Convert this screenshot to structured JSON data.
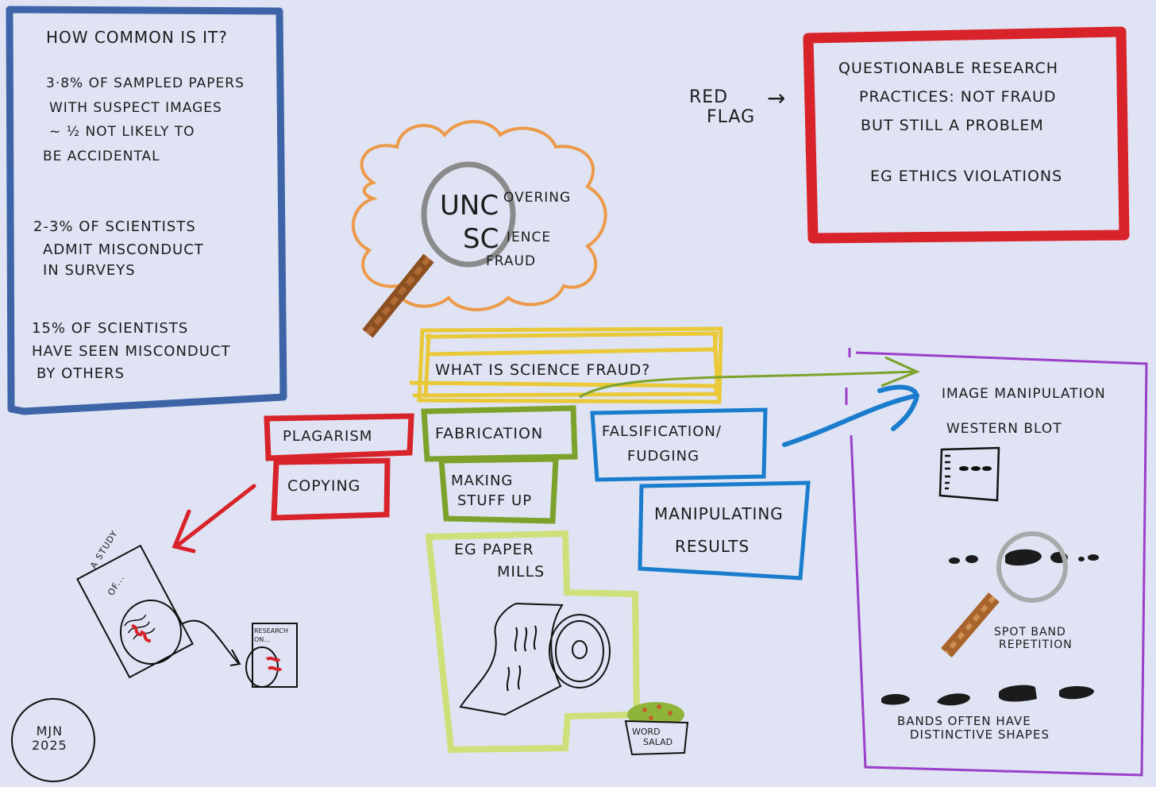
{
  "colors": {
    "paper": "#dfe3f3",
    "blue_box": "#3e64a8",
    "red": "#d8232a",
    "orange": "#ec9a4a",
    "yellow": "#e9c937",
    "green": "#7da22b",
    "light_green": "#cfe07a",
    "bright_blue": "#1a7ccc",
    "purple": "#9b3fc9",
    "gray": "#8a8a8a",
    "brown": "#8c4f22"
  },
  "stats_box": {
    "title": "How common is it?",
    "items": [
      {
        "lines": [
          "3·8% of sampled papers",
          "with suspect images",
          "~ ½ not likely to",
          "be accidental"
        ]
      },
      {
        "lines": [
          "2-3% of scientists",
          "admit misconduct",
          "in surveys"
        ]
      },
      {
        "lines": [
          "15% of scientists",
          "have seen misconduct",
          "by others"
        ]
      }
    ]
  },
  "title_cloud": {
    "line1": [
      "UNC",
      "OVERING"
    ],
    "line2": [
      "SC",
      "IENCE"
    ],
    "line3": "Fraud"
  },
  "red_flag": {
    "label_lines": [
      "Red",
      "Flag"
    ],
    "arrow": "→",
    "box_lines": [
      "Questionable research",
      "practices: not fraud",
      "but still a problem",
      "eg ethics violations"
    ]
  },
  "central_question": "What is science fraud?",
  "categories": {
    "plagiarism": {
      "title": "Plagarism",
      "subtitle": "Copying"
    },
    "fabrication": {
      "title": "Fabrication",
      "subtitle_lines": [
        "Making",
        "stuff up"
      ],
      "example_lines": [
        "eg paper",
        "mills"
      ]
    },
    "falsification": {
      "title_lines": [
        "Falsification/",
        "Fudging"
      ],
      "subtitle_lines": [
        "Manipulating",
        "results"
      ]
    }
  },
  "plagiarism_sketch": {
    "paper1_lines": [
      "A study",
      "of..."
    ],
    "paper2_lines": [
      "Research",
      "on..."
    ]
  },
  "word_salad_lines": [
    "Word",
    "salad"
  ],
  "image_box": {
    "title": "Image manipulation",
    "subtitle": "Western blot",
    "spot_lines": [
      "Spot band",
      "repetition"
    ],
    "bands_lines": [
      "Bands often have",
      "distinctive shapes"
    ]
  },
  "signature_lines": [
    "MJN",
    "2025"
  ]
}
